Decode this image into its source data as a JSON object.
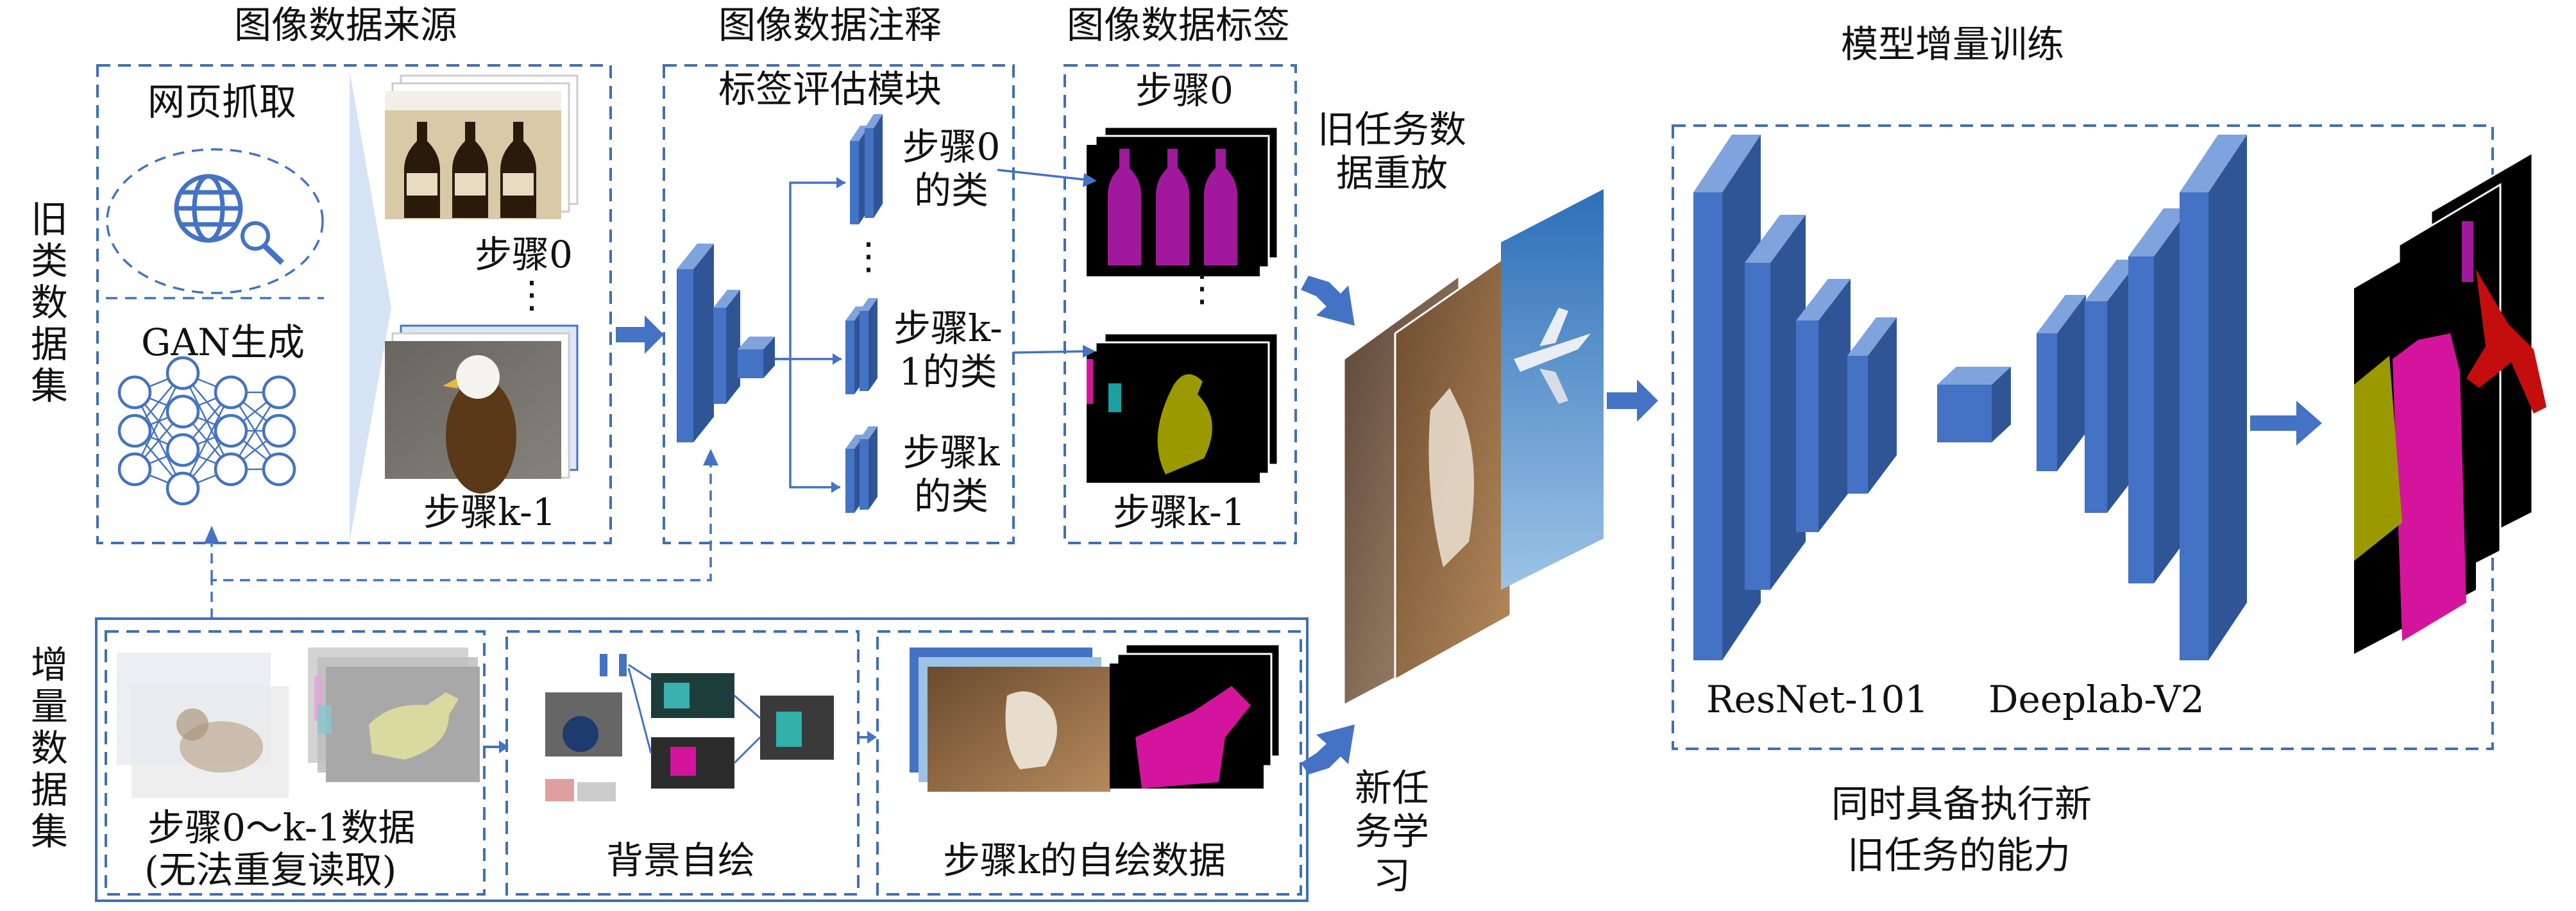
{
  "sections": {
    "source_title": "图像数据来源",
    "annotate_title": "图像数据注释",
    "labels_title": "图像数据标签",
    "train_title": "模型增量训练"
  },
  "source": {
    "web_label": "网页抓取",
    "gan_label": "GAN生成",
    "step0_label": "步骤0",
    "dots": "⋮",
    "stepk1_label": "步骤k-1"
  },
  "old_dataset_label": "旧类数据集",
  "incr_dataset_label": "增量数据集",
  "annotate": {
    "module_label": "标签评估模块",
    "branch1": "步骤0的类",
    "branch2": "步骤k-1的类",
    "branch3": "步骤k的类",
    "dots": "⋮"
  },
  "labels": {
    "step0": "步骤0",
    "dots": "⋮",
    "stepk1": "步骤k-1"
  },
  "replay_label": "旧任务数据重放",
  "new_task_label": "新任务学习",
  "incremental": {
    "past_data_line1": "步骤0～k-1数据",
    "past_data_line2": "(无法重复读取)",
    "bg_selfdraw": "背景自绘",
    "stepk_selfdraw": "步骤k的自绘数据"
  },
  "model": {
    "encoder_label": "ResNet-101",
    "decoder_label": "Deeplab-V2",
    "ability_line1": "同时具备执行新",
    "ability_line2": "旧任务的能力"
  },
  "colors": {
    "accent_blue": "#4472c4",
    "dash_blue": "#3f6fb5",
    "block_front": "#4472c4",
    "block_side": "#2f5597",
    "block_top": "#7fa3dc",
    "mask_purple": "#a0199c",
    "mask_olive": "#9a9a00",
    "mask_magenta": "#d4149c",
    "mask_red": "#c40d0d"
  }
}
